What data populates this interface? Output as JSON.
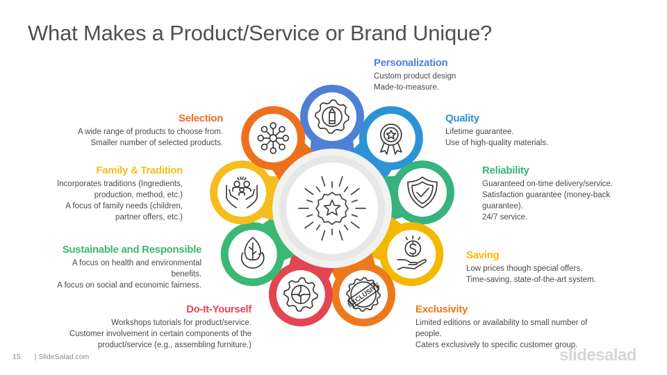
{
  "title": "What Makes a Product/Service or Brand Unique?",
  "footer": {
    "page_number": "15",
    "source": "| SlideSalad.com"
  },
  "brand": "slidesalad",
  "center_icon": "star-badge-icon",
  "items": [
    {
      "id": "personalization",
      "title": "Personalization",
      "lines": [
        "Custom product design",
        "Made-to-measure."
      ],
      "color": "#4f7fd9",
      "icon": "gear-pencil-icon"
    },
    {
      "id": "quality",
      "title": "Quality",
      "lines": [
        "Lifetime guarantee.",
        "Use of high-quality materials."
      ],
      "color": "#2e92d6",
      "icon": "award-ribbon-icon"
    },
    {
      "id": "reliability",
      "title": "Reliability",
      "lines": [
        "Guaranteed on-time delivery/service.",
        "Satisfaction guarantee (money-back",
        "guarantee).",
        "24/7 service."
      ],
      "color": "#36b37e",
      "icon": "shield-check-icon"
    },
    {
      "id": "saving",
      "title": "Saving",
      "lines": [
        "Low prices though special offers.",
        "Time-saving, state-of-the-art system."
      ],
      "color": "#f5b800",
      "icon": "dollar-hand-icon"
    },
    {
      "id": "exclusivity",
      "title": "Exclusivity",
      "lines": [
        "Limited editions or availability to small number of",
        "people.",
        "Caters exclusively to specific customer group."
      ],
      "color": "#ec7a1c",
      "icon": "exclusive-stamp-icon"
    },
    {
      "id": "do-it-yourself",
      "title": "Do-It-Yourself",
      "lines": [
        "Workshops tutorials for product/service.",
        "Customer involvement in certain components of the",
        "product/service (e.g., assembling furniture.)"
      ],
      "color": "#e24651",
      "icon": "gear-puzzle-icon"
    },
    {
      "id": "sustainable",
      "title": "Sustainable and Responsible",
      "lines": [
        "A focus on health and environmental",
        "benefits.",
        "A focus on social and economic fairness."
      ],
      "color": "#3bb873",
      "icon": "leaf-recycle-icon"
    },
    {
      "id": "family-tradition",
      "title": "Family & Tradition",
      "lines": [
        "Incorporates traditions (Ingredients,",
        "production, method, etc.)",
        "A focus of family needs (children,",
        "partner offers, etc.)"
      ],
      "color": "#f5be1e",
      "icon": "family-hands-icon"
    },
    {
      "id": "selection",
      "title": "Selection",
      "lines": [
        "A wide range of products to choose from.",
        "Smaller number of selected products."
      ],
      "color": "#ee6f1c",
      "icon": "network-nodes-icon"
    }
  ]
}
